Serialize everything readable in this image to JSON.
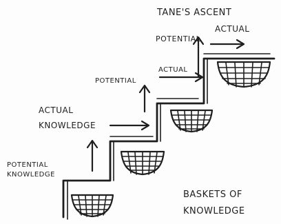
{
  "title": "TANE'S ASCENT",
  "labels": {
    "potential_top": "POTENTIAL",
    "actual_top": "ACTUAL",
    "potential_mid": "POTENTIAL",
    "actual_mid": "ACTUAL",
    "actual_knowledge_1": "ACTUAL",
    "actual_knowledge_2": "KNOWLEDGE",
    "potential_knowledge_1": "POTENTIAL",
    "potential_knowledge_2": "KNOWLEDGE"
  },
  "caption": {
    "line1": "BASKETS OF",
    "line2": "KNOWLEDGE"
  }
}
